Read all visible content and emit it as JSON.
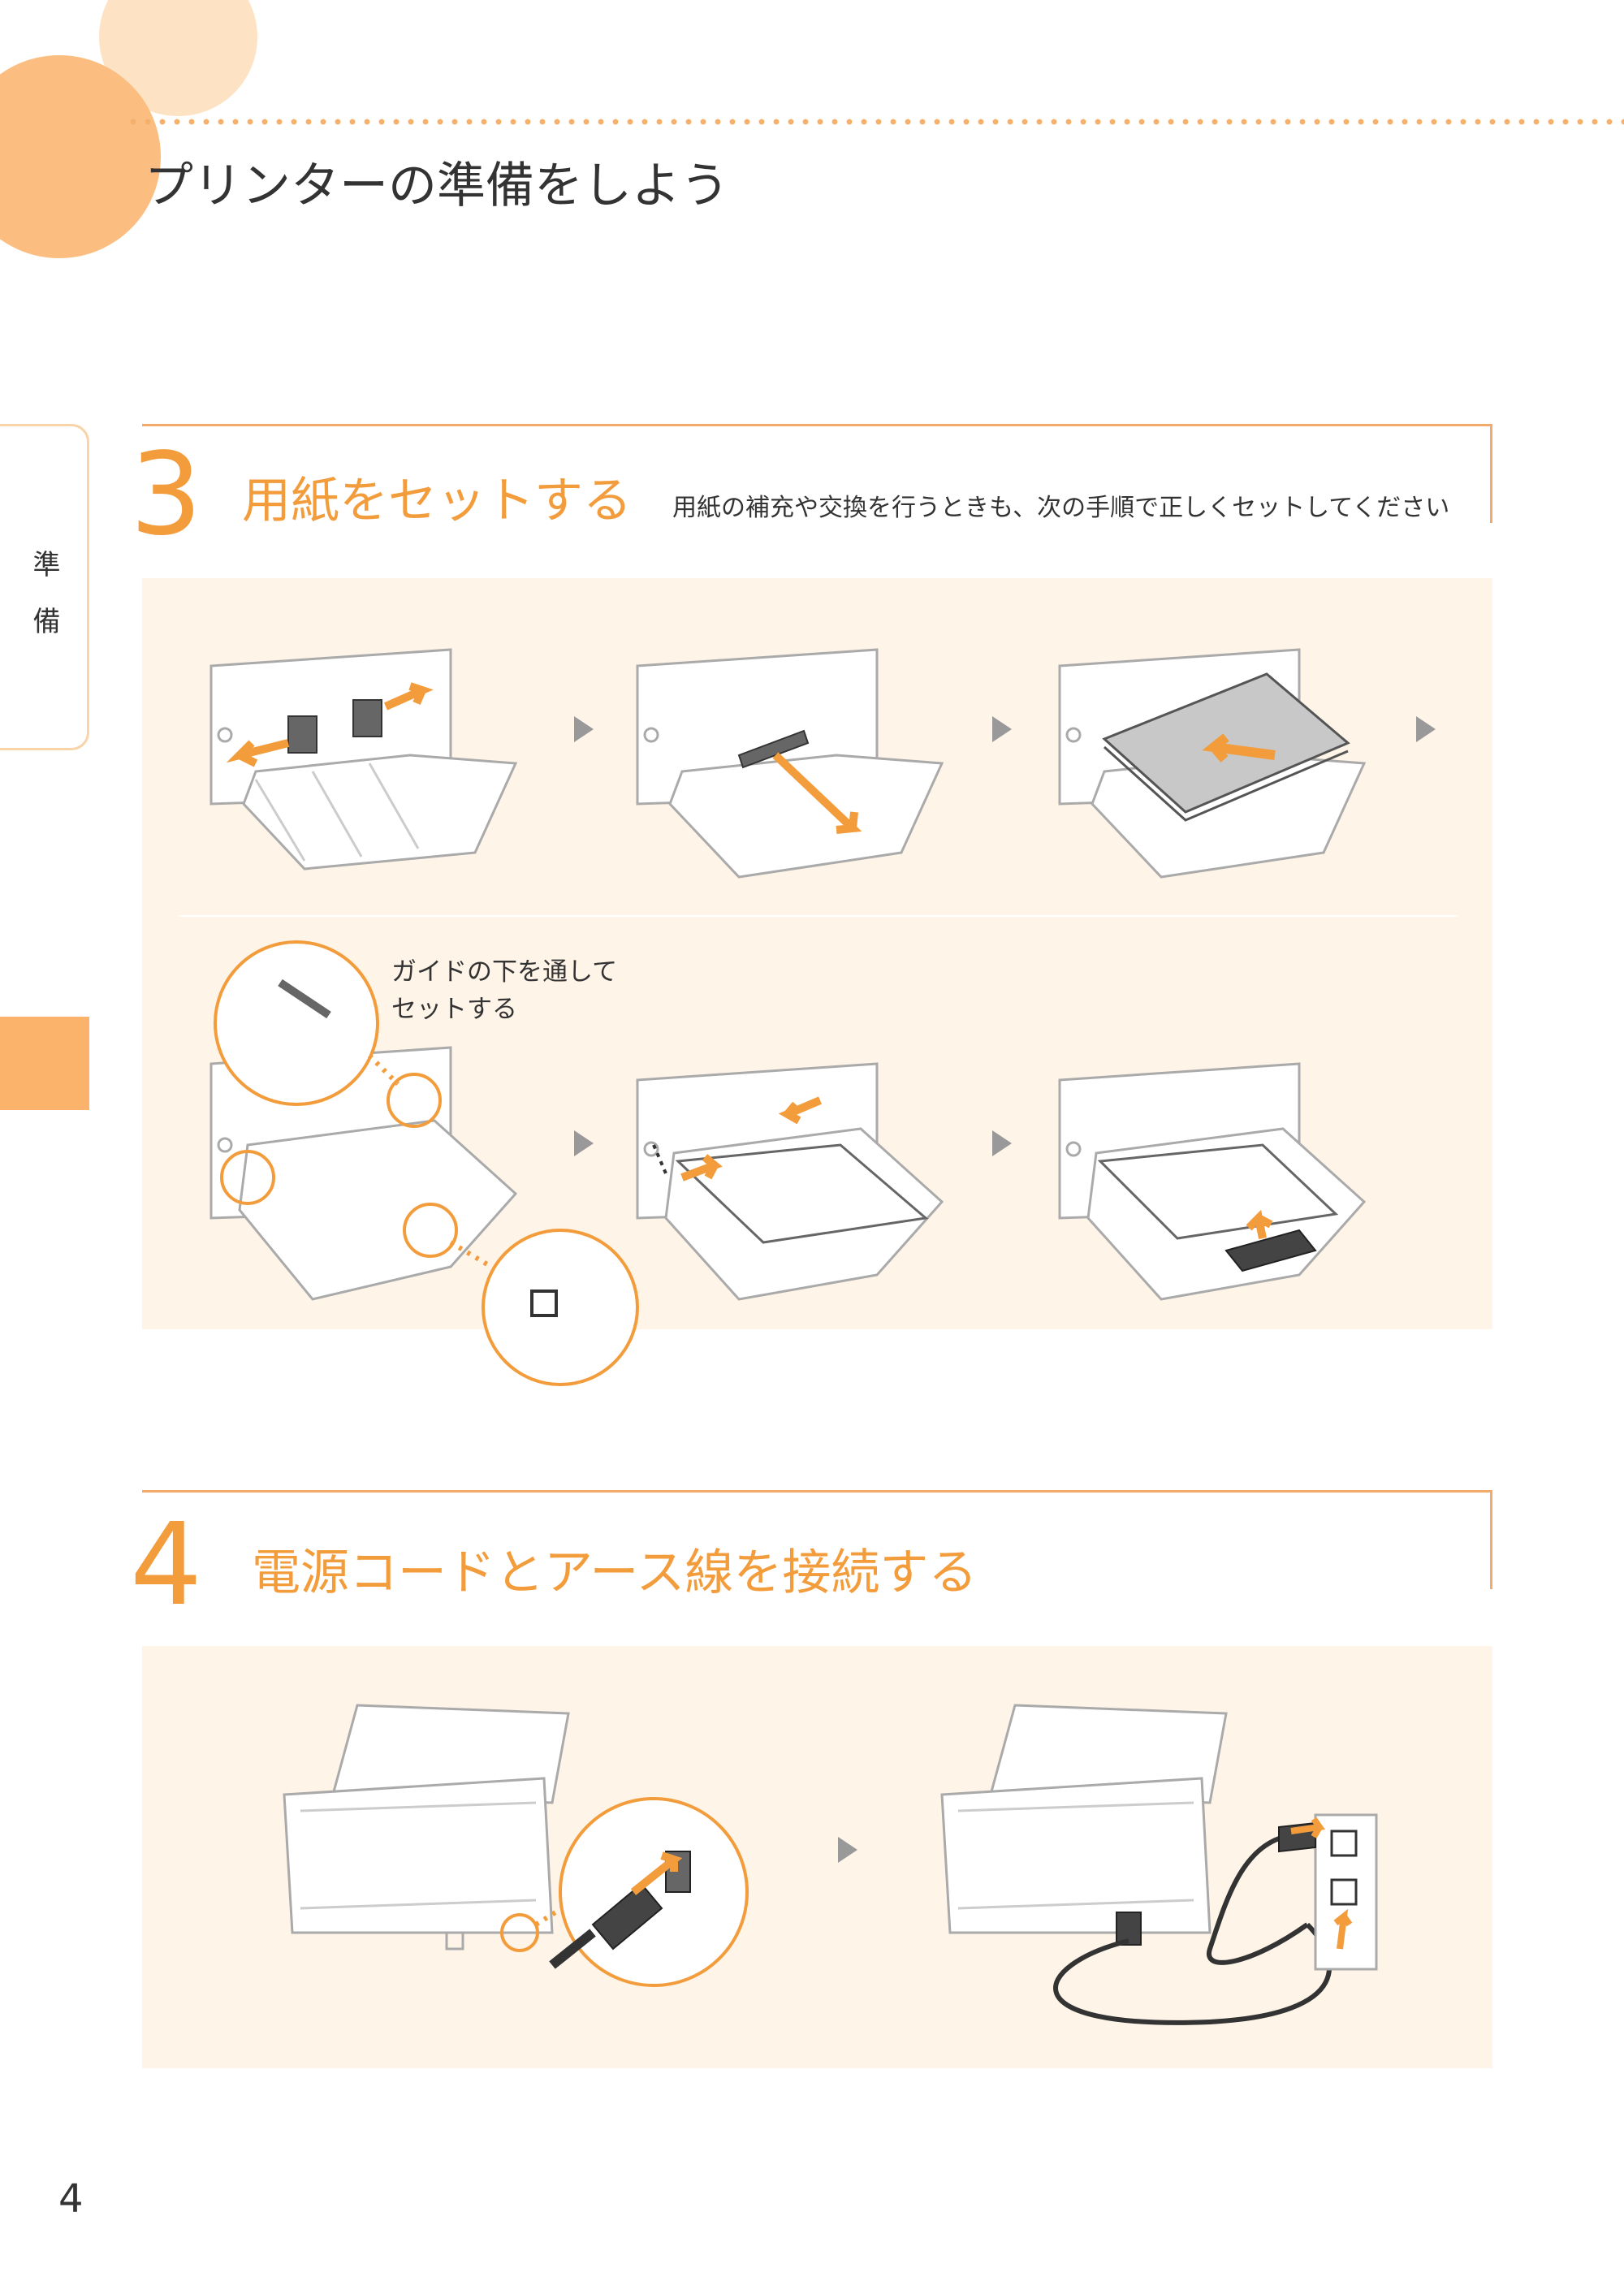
{
  "header": {
    "title": "プリンターの準備をしよう",
    "accent_color": "#f39c3c",
    "light_circle_color": "#fde3c4",
    "dark_circle_color": "#fbbd80"
  },
  "side_tab": {
    "chars": [
      "準",
      "備"
    ]
  },
  "step3": {
    "number": "3",
    "title": "用紙をセットする",
    "note": "用紙の補充や交換を行うときも、次の手順で正しくセットしてください",
    "callout_lines": [
      "ガイドの下を通して",
      "セットする"
    ],
    "illustrations": [
      "paper-guide-slide-illustration",
      "paper-tray-extend-illustration",
      "paper-insert-illustration",
      "guide-zoom-illustration",
      "side-guide-adjust-illustration",
      "rear-guide-adjust-illustration"
    ]
  },
  "step4": {
    "number": "4",
    "title": "電源コードとアース線を接続する",
    "illustrations": [
      "power-cord-connect-illustration",
      "outlet-connect-illustration"
    ]
  },
  "footer": {
    "page_number": "4"
  }
}
